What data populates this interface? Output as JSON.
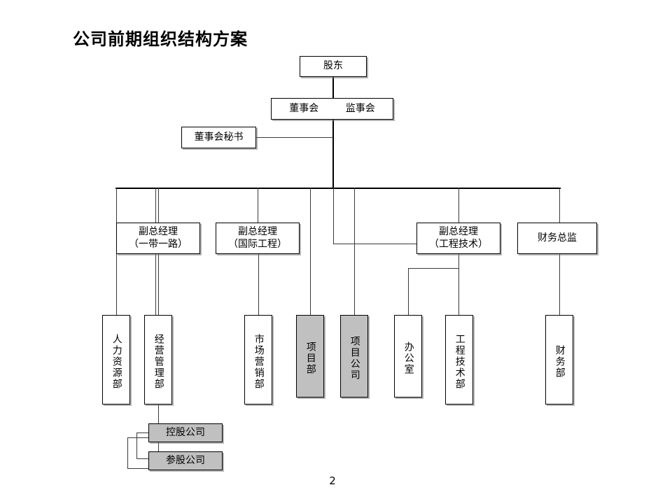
{
  "slide": {
    "title": "公司前期组织结构方案",
    "page_number": "2",
    "background_color": "#ffffff",
    "line_color": "#3a3a3a",
    "gray_fill": "#c0c0c0"
  },
  "chart_data": {
    "type": "diagram",
    "diagram_type": "org-chart",
    "title": "公司前期组织结构方案",
    "nodes": [
      {
        "id": "shareholders",
        "label": "股东",
        "level": 0,
        "fill": "white",
        "orientation": "horizontal"
      },
      {
        "id": "board",
        "label": "董事会",
        "level": 1,
        "fill": "white",
        "orientation": "horizontal"
      },
      {
        "id": "supervisors",
        "label": "监事会",
        "level": 1,
        "fill": "white",
        "orientation": "horizontal"
      },
      {
        "id": "board-secretary",
        "label": "董事会秘书",
        "level": 2,
        "fill": "white",
        "orientation": "horizontal"
      },
      {
        "id": "vp-belt-road",
        "label": "副总经理\n（一带一路）",
        "level": 3,
        "fill": "white",
        "orientation": "horizontal"
      },
      {
        "id": "vp-intl-eng",
        "label": "副总经理\n（国际工程）",
        "level": 3,
        "fill": "white",
        "orientation": "horizontal"
      },
      {
        "id": "vp-eng-tech",
        "label": "副总经理\n（工程技术）",
        "level": 3,
        "fill": "white",
        "orientation": "horizontal"
      },
      {
        "id": "cfo",
        "label": "财务总监",
        "level": 3,
        "fill": "white",
        "orientation": "horizontal"
      },
      {
        "id": "dept-hr",
        "label": "人力资源部",
        "level": 4,
        "fill": "white",
        "orientation": "vertical"
      },
      {
        "id": "dept-operations",
        "label": "经营管理部",
        "level": 4,
        "fill": "white",
        "orientation": "vertical"
      },
      {
        "id": "dept-marketing",
        "label": "市场营销部",
        "level": 4,
        "fill": "white",
        "orientation": "vertical"
      },
      {
        "id": "dept-project",
        "label": "项目部",
        "level": 4,
        "fill": "gray",
        "orientation": "vertical"
      },
      {
        "id": "dept-project-company",
        "label": "项目公司",
        "level": 4,
        "fill": "gray",
        "orientation": "vertical"
      },
      {
        "id": "dept-office",
        "label": "办公室",
        "level": 4,
        "fill": "white",
        "orientation": "vertical"
      },
      {
        "id": "dept-eng-tech",
        "label": "工程技术部",
        "level": 4,
        "fill": "white",
        "orientation": "vertical"
      },
      {
        "id": "dept-finance",
        "label": "财务部",
        "level": 4,
        "fill": "white",
        "orientation": "vertical"
      },
      {
        "id": "holding-company",
        "label": "控股公司",
        "level": 5,
        "fill": "gray",
        "orientation": "horizontal"
      },
      {
        "id": "equity-company",
        "label": "参股公司",
        "level": 5,
        "fill": "gray",
        "orientation": "horizontal"
      }
    ],
    "edges": [
      {
        "from": "shareholders",
        "to": "board"
      },
      {
        "from": "board",
        "to": "board-secretary"
      },
      {
        "from": "board",
        "to": "vp-belt-road"
      },
      {
        "from": "board",
        "to": "vp-intl-eng"
      },
      {
        "from": "board",
        "to": "vp-eng-tech"
      },
      {
        "from": "board",
        "to": "cfo"
      },
      {
        "from": "board",
        "to": "dept-project"
      },
      {
        "from": "board",
        "to": "dept-project-company"
      },
      {
        "from": "vp-belt-road",
        "to": "dept-hr"
      },
      {
        "from": "vp-belt-road",
        "to": "dept-operations"
      },
      {
        "from": "vp-intl-eng",
        "to": "dept-marketing"
      },
      {
        "from": "vp-eng-tech",
        "to": "dept-office"
      },
      {
        "from": "vp-eng-tech",
        "to": "dept-eng-tech"
      },
      {
        "from": "cfo",
        "to": "dept-finance"
      },
      {
        "from": "dept-operations",
        "to": "holding-company"
      },
      {
        "from": "dept-operations",
        "to": "equity-company"
      }
    ]
  },
  "labels": {
    "shareholders": "股东",
    "board": "董事会",
    "supervisors": "监事会",
    "board_secretary": "董事会秘书",
    "vp_belt_road": "副总经理\n（一带一路）",
    "vp_intl_eng": "副总经理\n（国际工程）",
    "vp_eng_tech": "副总经理\n（工程技术）",
    "cfo": "财务总监",
    "dept_hr": "人力资源部",
    "dept_operations": "经营管理部",
    "dept_marketing": "市场营销部",
    "dept_project": "项目部",
    "dept_project_company": "项目公司",
    "dept_office": "办公室",
    "dept_eng_tech": "工程技术部",
    "dept_finance": "财务部",
    "holding_company": "控股公司",
    "equity_company": "参股公司"
  }
}
